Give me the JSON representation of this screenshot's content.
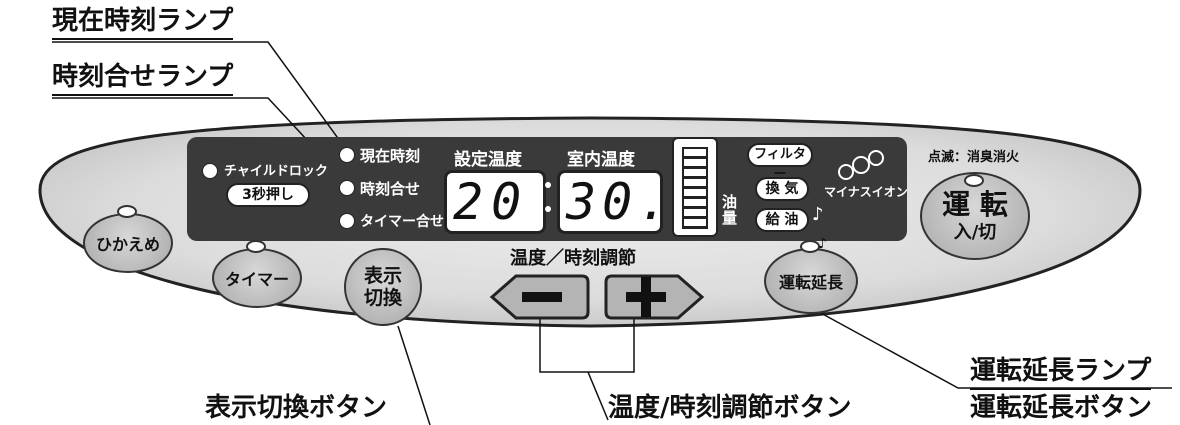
{
  "callouts": {
    "current_time_lamp": "現在時刻ランプ",
    "time_set_lamp": "時刻合せランプ",
    "display_switch_button": "表示切換ボタン",
    "temp_time_adjust_button": "温度/時刻調節ボタン",
    "extend_lamp": "運転延長ランプ",
    "extend_button": "運転延長ボタン"
  },
  "panel": {
    "child_lock": "チャイルドロック",
    "three_sec": "3秒押し",
    "lamp_current_time": "現在時刻",
    "lamp_time_set": "時刻合せ",
    "lamp_timer_set": "タイマー合せ",
    "set_temp_label": "設定温度",
    "room_temp_label": "室内温度",
    "set_temp_value": "20",
    "room_temp_value": "30.",
    "oil_label": "油量",
    "filter": "フィルター",
    "ventilate": "換 気",
    "refuel": "給 油",
    "minus_ion": "マイナスイオン",
    "blink_note": "点滅：消臭消火",
    "adjust_label": "温度／時刻調節"
  },
  "buttons": {
    "hikaeme": "ひかえめ",
    "timer": "タイマー",
    "display_switch_1": "表示",
    "display_switch_2": "切換",
    "extend": "運転延長",
    "run_1": "運 転",
    "run_2": "入/切"
  }
}
